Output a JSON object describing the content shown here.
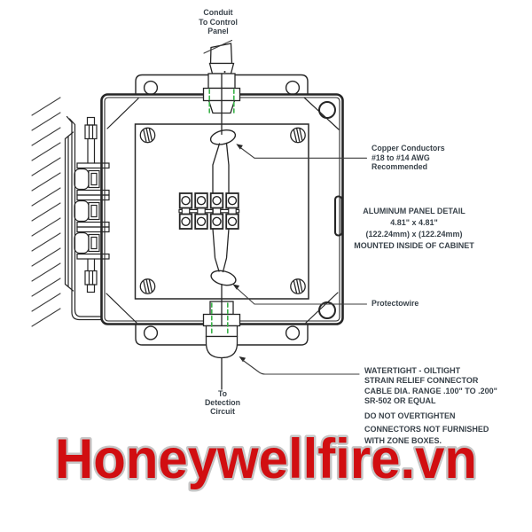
{
  "labels": {
    "conduit_to_control_panel": "Conduit\nTo Control\nPanel",
    "copper_conductors": "Copper Conductors\n#18 to #14 AWG\nRecommended",
    "aluminum_panel_detail": "ALUMINUM PANEL DETAIL\n4.81\" x 4.81\"\n(122.24mm) x (122.24mm)\nMOUNTED INSIDE OF CABINET",
    "protectowire": "Protectowire",
    "watertight_connector": "WATERTIGHT - OILTIGHT\nSTRAIN RELIEF CONNECTOR\nCABLE DIA. RANGE .100\" TO .200\"\nSR-502 OR EQUAL",
    "do_not_overtighten": "DO NOT OVERTIGHTEN",
    "connectors_note": "CONNECTORS NOT FURNISHED\nWITH ZONE BOXES.",
    "to_detection_circuit": "To\nDetection\nCircuit"
  },
  "watermark": {
    "text": "Honeywellfire.vn",
    "color": "#d10e11",
    "outline": "#c6c6c6"
  },
  "colors": {
    "line": "#262626",
    "thread_green": "#3bb24a",
    "text": "#39424a"
  }
}
